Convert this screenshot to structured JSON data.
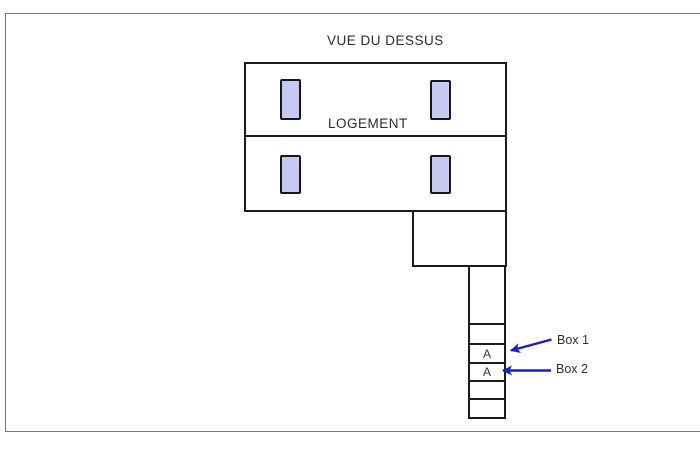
{
  "page": {
    "title": "VUE DU DESSUS"
  },
  "building": {
    "label": "LOGEMENT"
  },
  "column": {
    "cells": [
      {
        "label": ""
      },
      {
        "label": ""
      },
      {
        "label": "A"
      },
      {
        "label": "A"
      },
      {
        "label": ""
      },
      {
        "label": ""
      }
    ]
  },
  "annotations": {
    "box1": "Box 1",
    "box2": "Box 2"
  },
  "colors": {
    "arrow": "#1b1bd0",
    "window_fill": "#c6caf1",
    "window_border": "#17171f",
    "outline": "#1c1c1c",
    "frame_border": "#7a7a7a"
  }
}
